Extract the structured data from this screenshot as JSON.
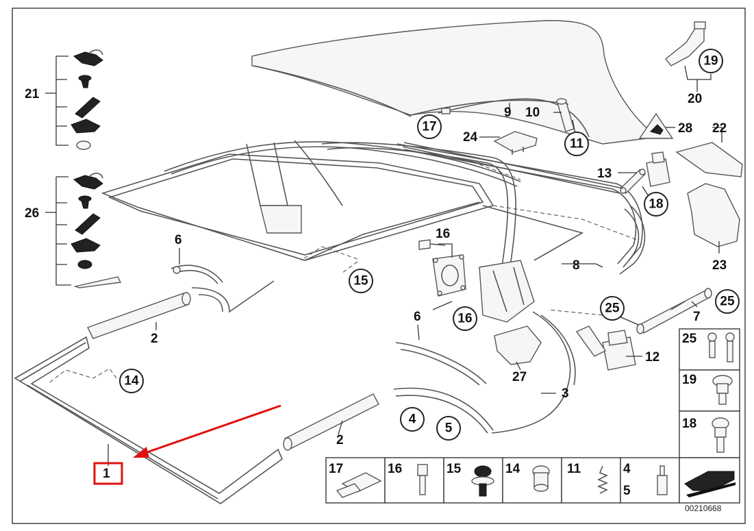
{
  "diagram": {
    "doc_number": "00210668",
    "highlight_color": "#e01010",
    "callouts": {
      "c1": "1",
      "c2a": "2",
      "c2b": "2",
      "c3": "3",
      "c4": "4",
      "c5": "5",
      "c6a": "6",
      "c6b": "6",
      "c7": "7",
      "c8": "8",
      "c9": "9",
      "c10": "10",
      "c11": "11",
      "c12": "12",
      "c13": "13",
      "c14": "14",
      "c15": "15",
      "c16a": "16",
      "c16b": "16",
      "c17": "17",
      "c18": "18",
      "c19": "19",
      "c20": "20",
      "c21": "21",
      "c22": "22",
      "c23": "23",
      "c24": "24",
      "c25a": "25",
      "c25b": "25",
      "c26": "26",
      "c27": "27",
      "c28": "28"
    },
    "legend_bottom": [
      "17",
      "16",
      "15",
      "14",
      "11",
      "4",
      "5"
    ],
    "legend_right": [
      "25",
      "19",
      "18"
    ]
  }
}
